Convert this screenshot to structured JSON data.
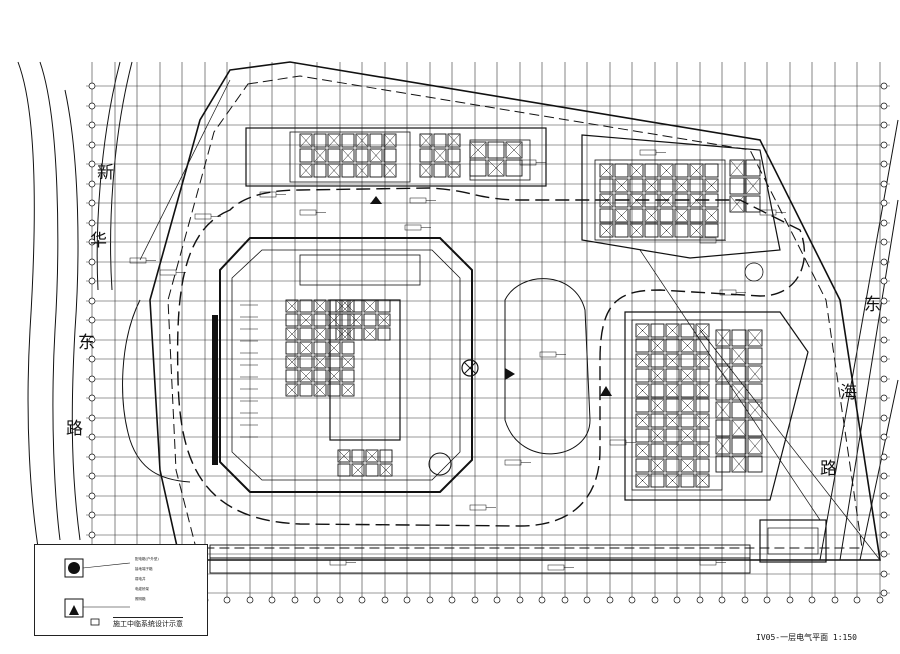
{
  "drawing_title": "IV05-一层电气平面 1:150",
  "road_name_left": [
    "新",
    "华",
    "东",
    "路"
  ],
  "road_name_right": [
    "东",
    "海",
    "路"
  ],
  "legend": {
    "title": "施工中临系统设计示意",
    "rows": [
      "配电箱(户外型)",
      "接地端子箱",
      "弱电井",
      "电缆桥架",
      "照明箱"
    ]
  },
  "colors": {
    "line": "#111111",
    "grid": "#333333",
    "paper": "#ffffff"
  }
}
